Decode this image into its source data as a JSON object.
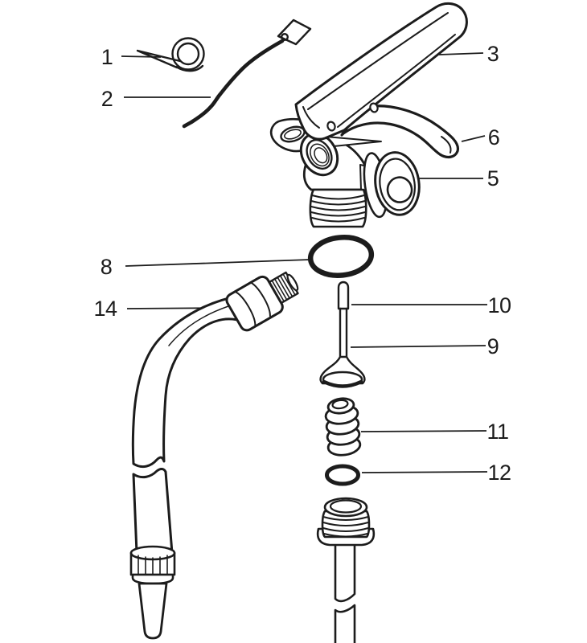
{
  "figure": {
    "kind": "exploded-parts-diagram",
    "subject": "fire-extinguisher-valve-and-hose-assembly",
    "background": "#ffffff",
    "ink": "#1c1c1c"
  },
  "callouts": [
    {
      "number": "1",
      "part": "safety-pull-pin"
    },
    {
      "number": "2",
      "part": "tamper-seal-wire-with-tag"
    },
    {
      "number": "3",
      "part": "carrying-handle-lever"
    },
    {
      "number": "6",
      "part": "squeeze-lever"
    },
    {
      "number": "5",
      "part": "valve-cap-disc"
    },
    {
      "number": "8",
      "part": "neck-o-ring"
    },
    {
      "number": "14",
      "part": "discharge-hose-with-nozzle"
    },
    {
      "number": "10",
      "part": "valve-stem-tip"
    },
    {
      "number": "9",
      "part": "valve-stem-poppet"
    },
    {
      "number": "11",
      "part": "valve-spring"
    },
    {
      "number": "12",
      "part": "stem-o-ring"
    }
  ]
}
